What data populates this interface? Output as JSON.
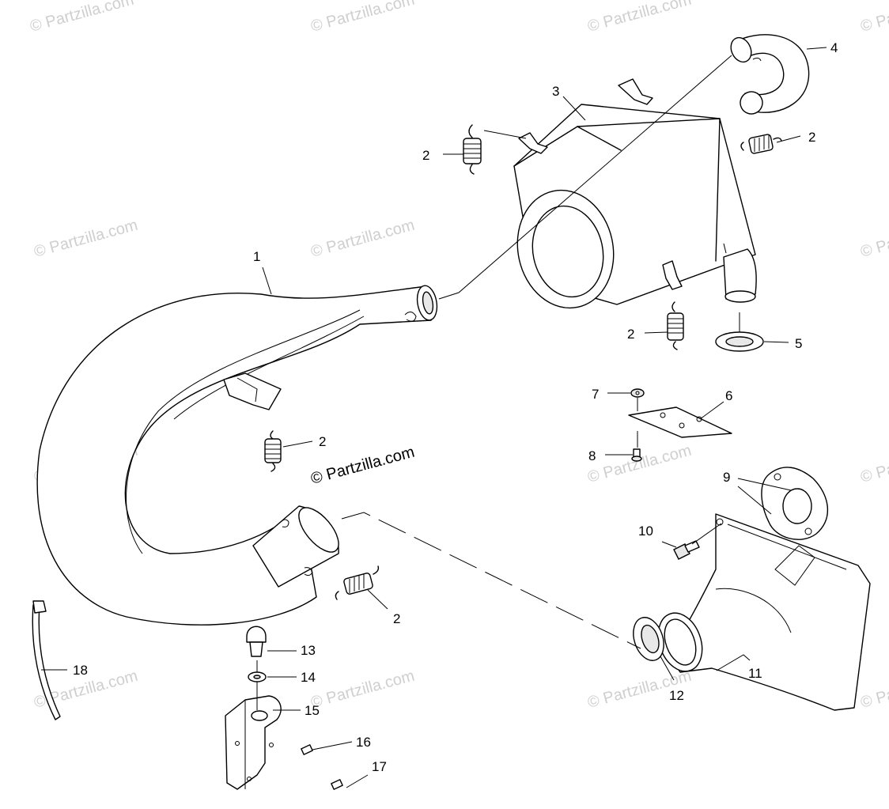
{
  "watermark": {
    "repeat_text": "© Partzilla.com",
    "center_text": "© Partzilla.com"
  },
  "callouts": {
    "c1": "1",
    "c2a": "2",
    "c2b": "2",
    "c2c": "2",
    "c2d": "2",
    "c2e": "2",
    "c3": "3",
    "c4": "4",
    "c5": "5",
    "c6": "6",
    "c7": "7",
    "c8": "8",
    "c9": "9",
    "c10": "10",
    "c11": "11",
    "c12": "12",
    "c13": "13",
    "c14": "14",
    "c15": "15",
    "c16": "16",
    "c17": "17",
    "c18": "18"
  }
}
